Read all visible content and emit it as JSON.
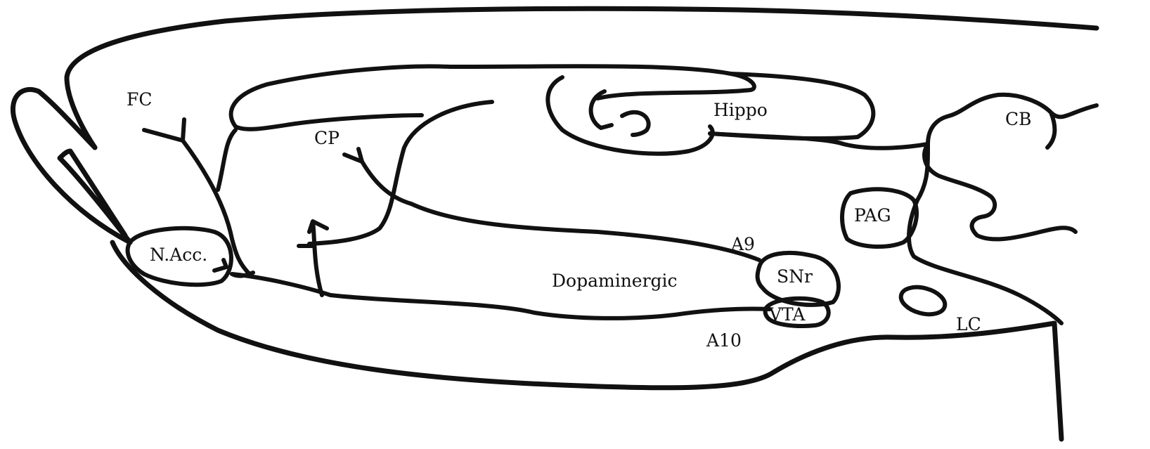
{
  "diagram": {
    "labels": {
      "fc": "FC",
      "cp": "CP",
      "hippo": "Hippo",
      "cb": "CB",
      "pag": "PAG",
      "nacc": "N.Acc.",
      "a9": "A9",
      "snr": "SNr",
      "dopaminergic": "Dopaminergic",
      "vta": "VTA",
      "lc": "LC",
      "a10": "A10"
    },
    "line_color": "#111111",
    "background": "#ffffff"
  }
}
